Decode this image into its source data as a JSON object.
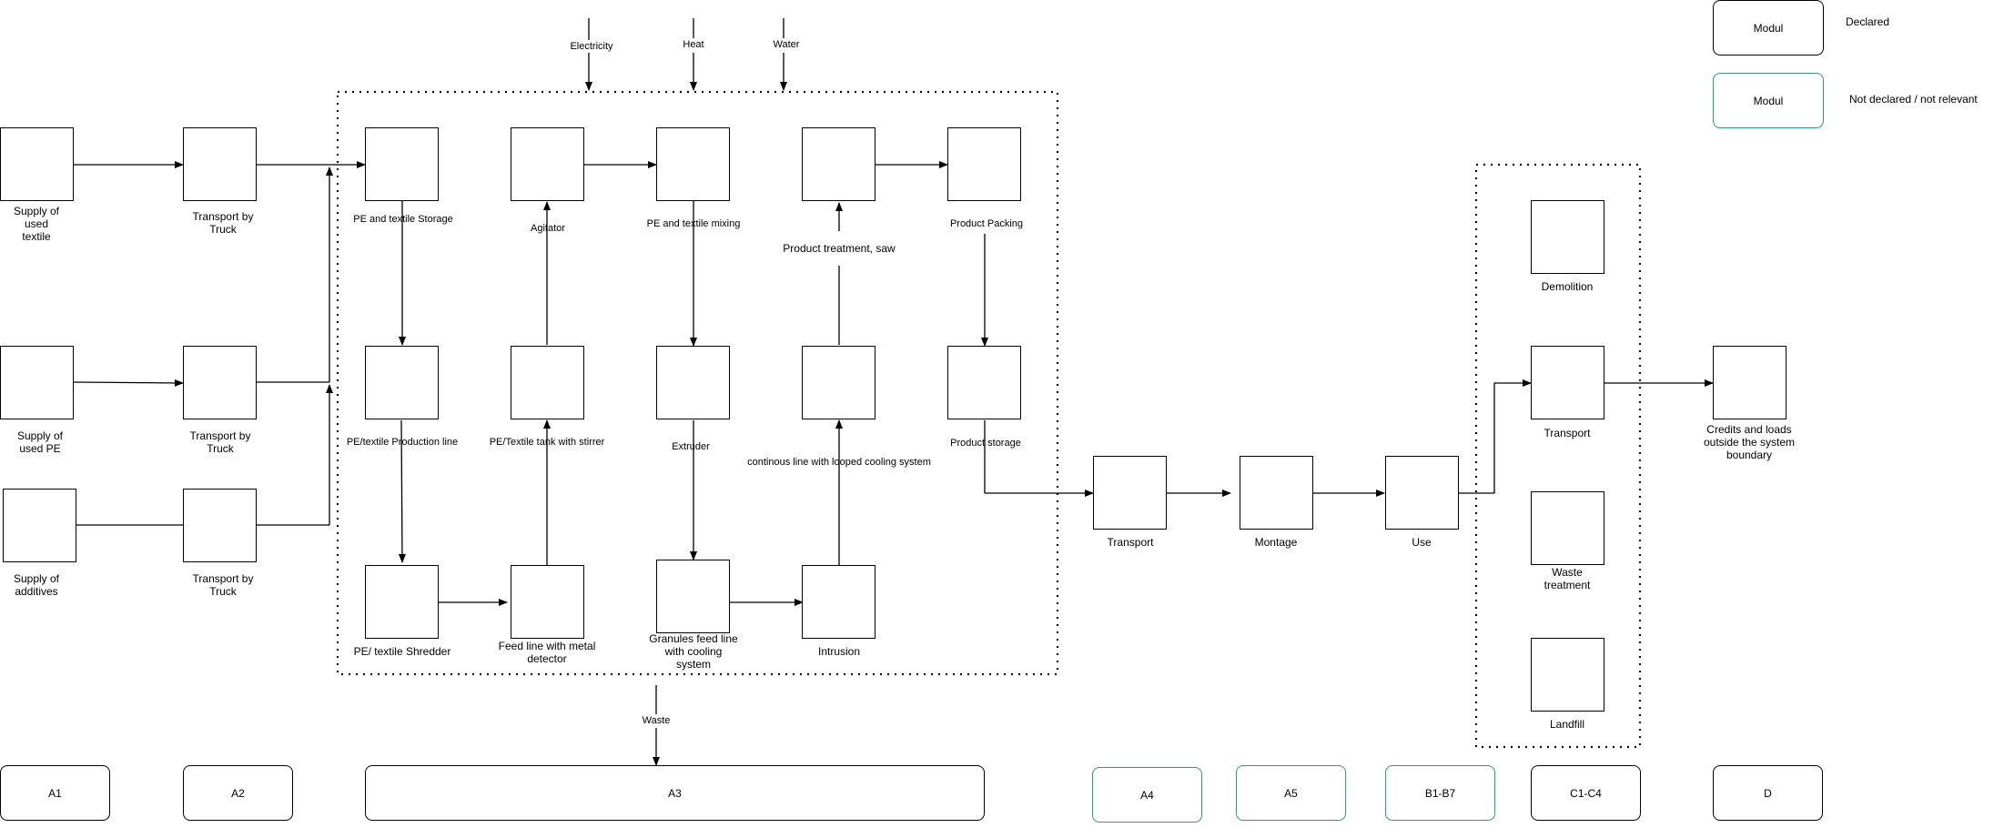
{
  "legend": {
    "declared_box": "Modul",
    "declared_text": "Declared",
    "not_declared_box": "Modul",
    "not_declared_text": "Not declared / not relevant"
  },
  "inputs": {
    "electricity": "Electricity",
    "heat": "Heat",
    "water": "Water",
    "waste": "Waste"
  },
  "supply": {
    "textile": "Supply of\nused\ntextile",
    "pe": "Supply of\nused PE",
    "additives": "Supply of\nadditives"
  },
  "transport_truck": "Transport by\nTruck",
  "process": {
    "pe_textile_storage": "PE and textile Storage",
    "production_line": "PE/textile Production line",
    "shredder": "PE/ textile Shredder",
    "feed_line_metal": "Feed line with metal\ndetector",
    "tank_stirrer": "PE/Textile tank with stirrer",
    "agitator": "Agitator",
    "mixing": "PE and textile mixing",
    "extruder": "Extruder",
    "granules_feed": "Granules feed line\nwith cooling\nsystem",
    "intrusion": "Intrusion",
    "continuous_line": "continous line with looped cooling system",
    "product_treatment": "Product treatment, saw",
    "product_packing": "Product Packing",
    "product_storage": "Product storage"
  },
  "downstream": {
    "transport": "Transport",
    "montage": "Montage",
    "use": "Use",
    "demolition": "Demolition",
    "eol_transport": "Transport",
    "waste_treatment": "Waste\ntreatment",
    "landfill": "Landfill",
    "credits": "Credits and loads\noutside the system\nboundary"
  },
  "modules": {
    "a1": "A1",
    "a2": "A2",
    "a3": "A3",
    "a4": "A4",
    "a5": "A5",
    "b1b7": "B1-B7",
    "c1c4": "C1-C4",
    "d": "D"
  },
  "colors": {
    "declared_border": "#000000",
    "not_declared_border": "#2e9b7a"
  }
}
